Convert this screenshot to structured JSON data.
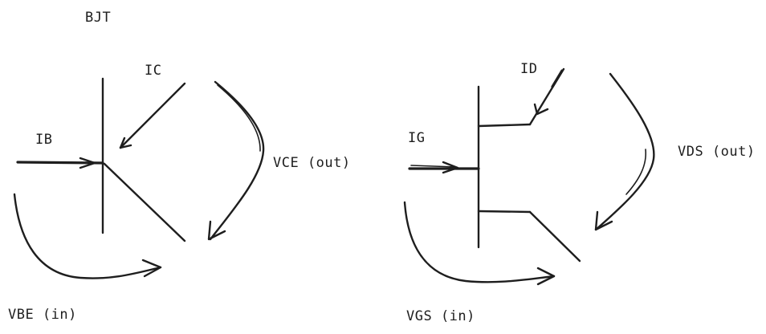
{
  "bjt": {
    "title": "BJT",
    "ic_label": "IC",
    "ib_label": "IB",
    "vce_label": "VCE (out)",
    "vbe_label": "VBE (in)"
  },
  "fet": {
    "id_label": "ID",
    "ig_label": "IG",
    "vds_label": "VDS (out)",
    "vgs_label": "VGS (in)"
  },
  "colors": {
    "ink": "#1e1e1e",
    "background": "#ffffff"
  }
}
